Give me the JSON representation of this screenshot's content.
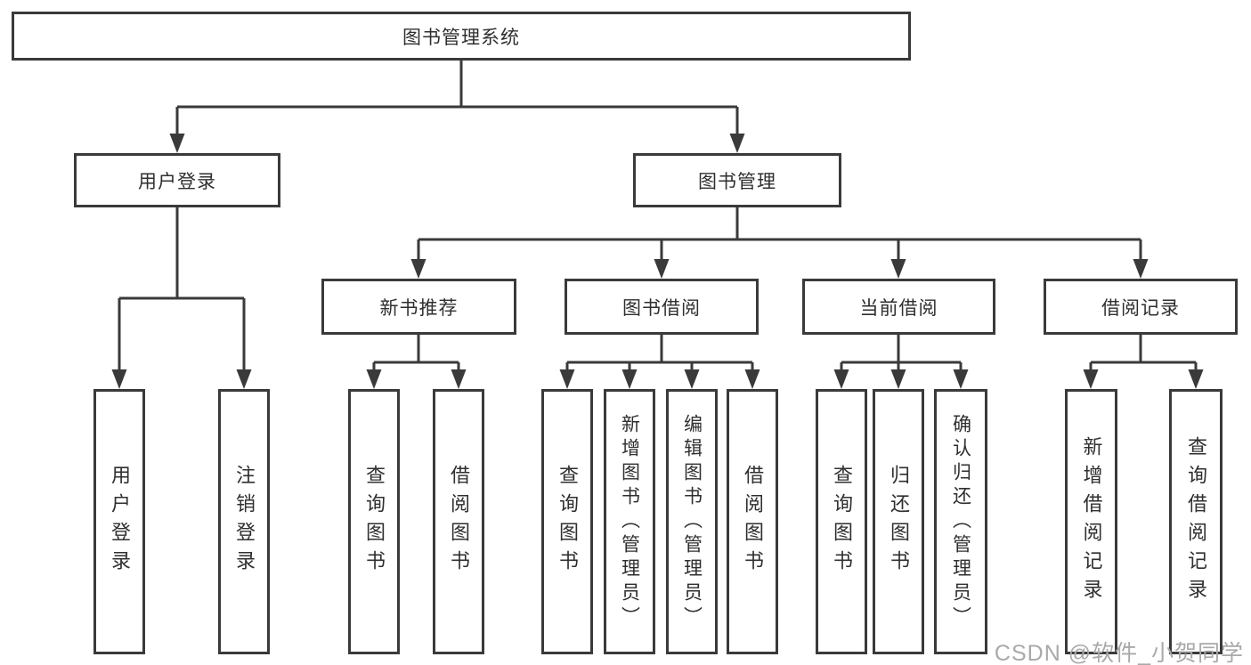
{
  "tree": {
    "label": "图书管理系统",
    "children": [
      {
        "label": "用户登录",
        "children": [
          {
            "label": "用户登录"
          },
          {
            "label": "注销登录"
          }
        ]
      },
      {
        "label": "图书管理",
        "children": [
          {
            "label": "新书推荐",
            "children": [
              {
                "label": "查询图书"
              },
              {
                "label": "借阅图书"
              }
            ]
          },
          {
            "label": "图书借阅",
            "children": [
              {
                "label": "查询图书"
              },
              {
                "label": "新增图书（管理员）"
              },
              {
                "label": "编辑图书（管理员）"
              },
              {
                "label": "借阅图书"
              }
            ]
          },
          {
            "label": "当前借阅",
            "children": [
              {
                "label": "查询图书"
              },
              {
                "label": "归还图书"
              },
              {
                "label": "确认归还（管理员）"
              }
            ]
          },
          {
            "label": "借阅记录",
            "children": [
              {
                "label": "新增借阅记录"
              },
              {
                "label": "查询借阅记录"
              }
            ]
          }
        ]
      }
    ]
  },
  "watermark": {
    "text": "CSDN @软件_小贺同学"
  },
  "colors": {
    "line": "#3a3a3a",
    "box_border": "#3a3a3a",
    "text": "#2f2f2f",
    "watermark": "#a9a9a9",
    "background": "#ffffff"
  }
}
